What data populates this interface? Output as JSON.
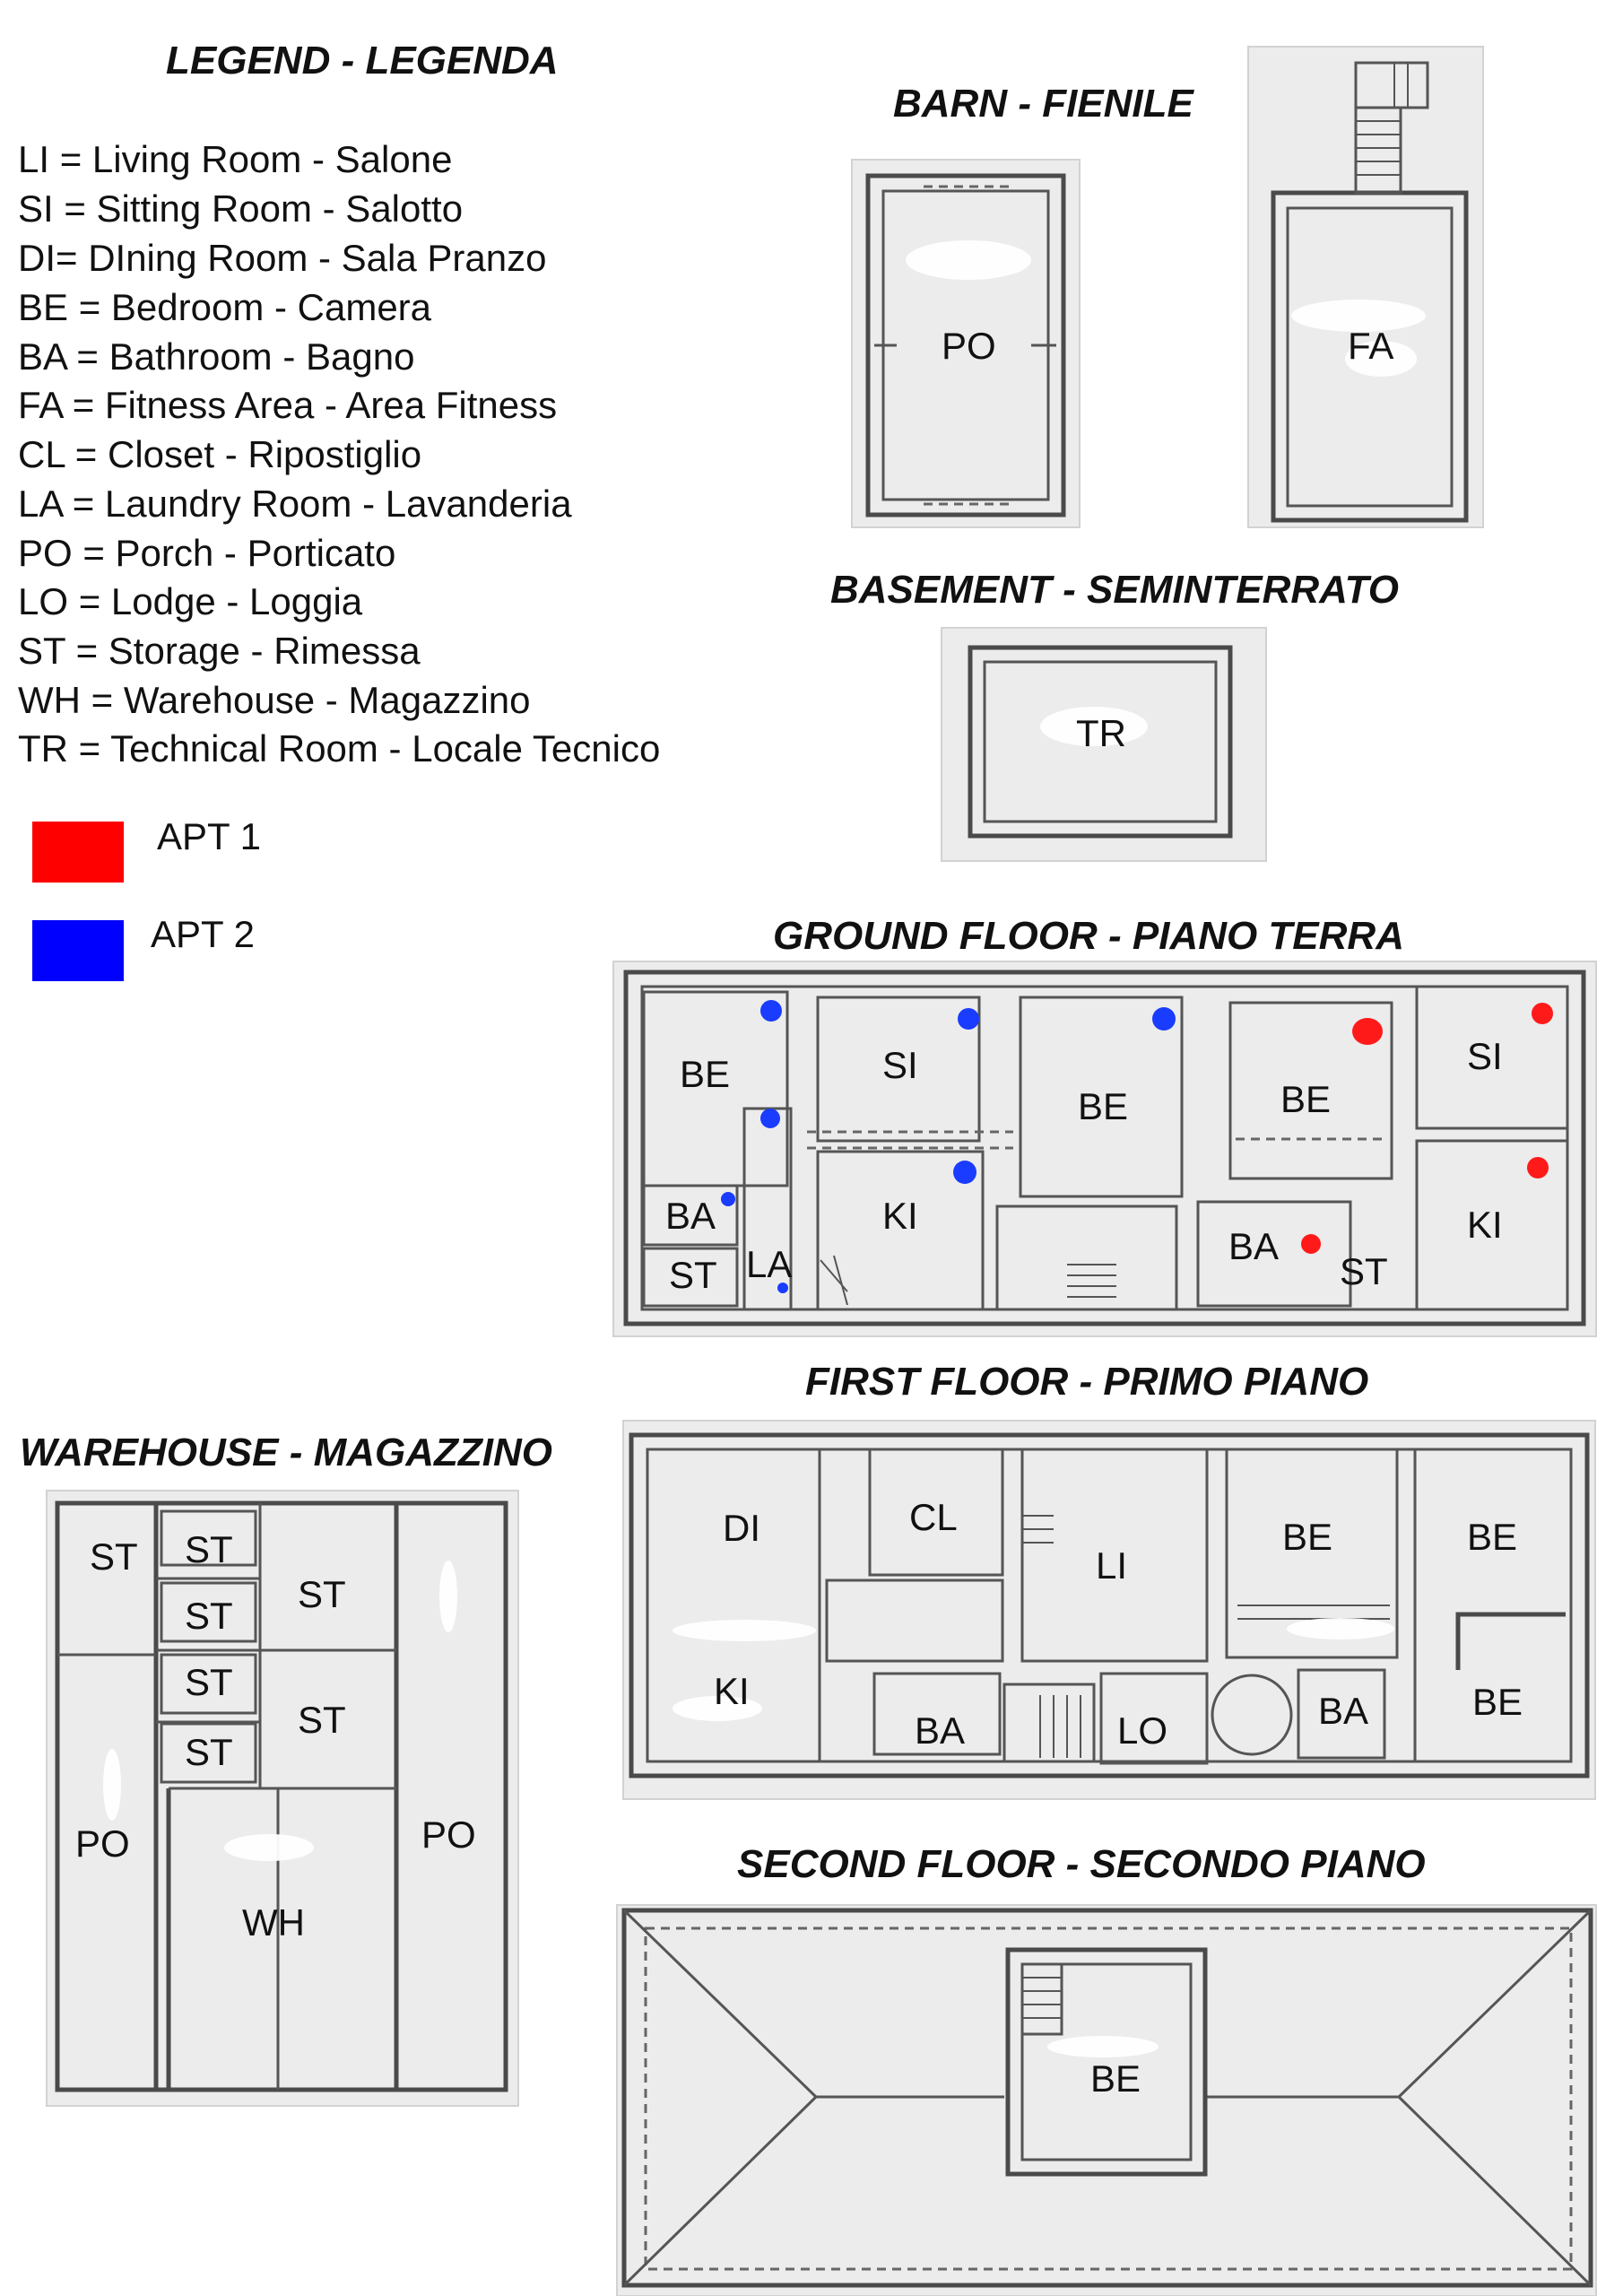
{
  "legend": {
    "title": "LEGEND - LEGENDA",
    "items": [
      "LI = Living Room - Salone",
      "SI = Sitting Room - Salotto",
      "DI= DIning Room - Sala Pranzo",
      "BE = Bedroom - Camera",
      "BA = Bathroom - Bagno",
      "FA = Fitness Area - Area Fitness",
      "CL = Closet - Ripostiglio",
      "LA = Laundry Room - Lavanderia",
      "PO = Porch - Porticato",
      "LO = Lodge - Loggia",
      "ST = Storage - Rimessa",
      "WH = Warehouse - Magazzino",
      "TR = Technical Room - Locale Tecnico"
    ],
    "apartments": [
      {
        "label": "APT 1",
        "color": "#ff0000"
      },
      {
        "label": "APT 2",
        "color": "#0000ff"
      }
    ]
  },
  "barn": {
    "title": "BARN - FIENILE",
    "rooms": [
      "PO",
      "FA"
    ]
  },
  "basement": {
    "title": "BASEMENT - SEMINTERRATO",
    "rooms": [
      "TR"
    ]
  },
  "ground_floor": {
    "title": "GROUND FLOOR - PIANO TERRA",
    "rooms": [
      "BE",
      "SI",
      "BE",
      "BE",
      "SI",
      "BA",
      "KI",
      "ST",
      "LA",
      "BA",
      "ST",
      "KI"
    ],
    "marker_colors": {
      "apt1": "#ff1a1a",
      "apt2": "#1a3cff"
    }
  },
  "first_floor": {
    "title": "FIRST FLOOR - PRIMO PIANO",
    "rooms": [
      "DI",
      "CL",
      "LI",
      "BE",
      "BE",
      "KI",
      "BA",
      "LO",
      "BA",
      "BE"
    ]
  },
  "warehouse": {
    "title": "WAREHOUSE - MAGAZZINO",
    "rooms": [
      "ST",
      "ST",
      "ST",
      "ST",
      "ST",
      "ST",
      "ST",
      "PO",
      "WH",
      "PO"
    ]
  },
  "second_floor": {
    "title": "SECOND FLOOR - SECONDO PIANO",
    "rooms": [
      "BE"
    ]
  }
}
